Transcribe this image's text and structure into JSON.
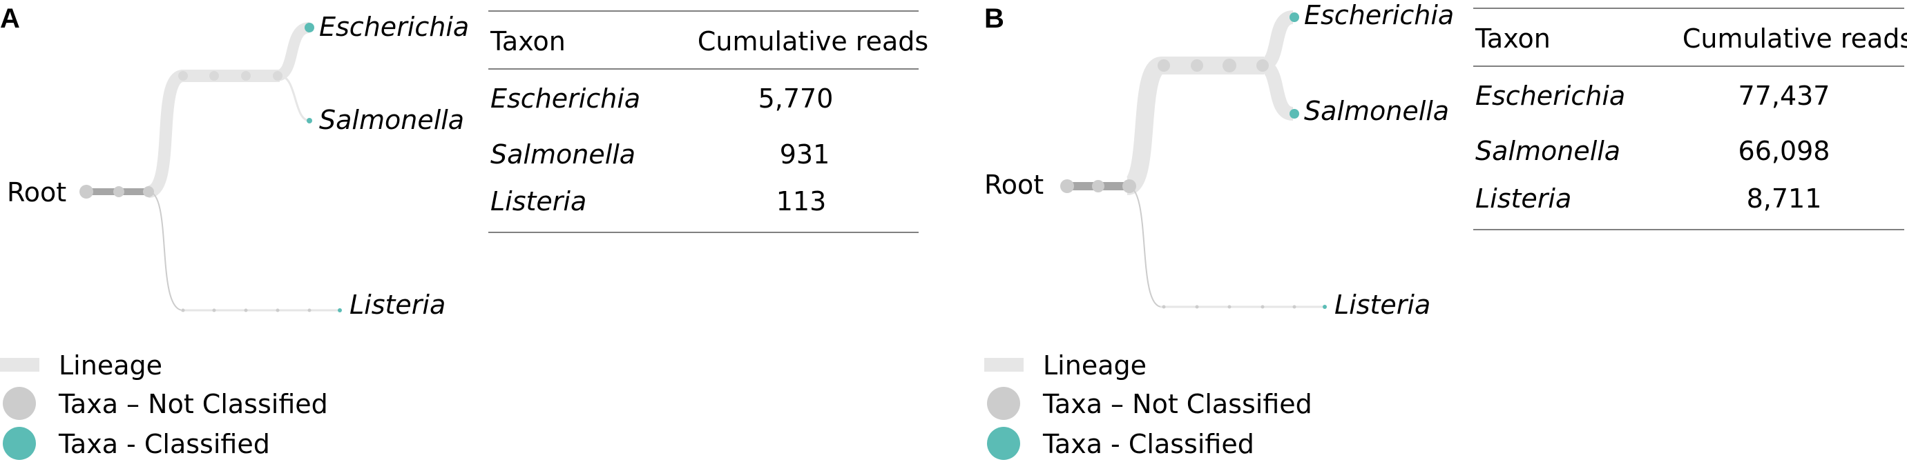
{
  "colors": {
    "lineage": "#e6e6e6",
    "lineage_dark": "#a6a6a6",
    "not_classified": "#cccccc",
    "classified": "#5bbcb5",
    "rule": "#808080"
  },
  "panels": [
    {
      "letter": "A",
      "tree": {
        "root": "Root",
        "leaves": [
          "Escherichia",
          "Salmonella",
          "Listeria"
        ]
      },
      "table": {
        "headers": [
          "Taxon",
          "Cumulative reads"
        ],
        "rows": [
          {
            "taxon": "Escherichia",
            "reads": "5,770"
          },
          {
            "taxon": "Salmonella",
            "reads": "931"
          },
          {
            "taxon": "Listeria",
            "reads": "113"
          }
        ]
      }
    },
    {
      "letter": "B",
      "tree": {
        "root": "Root",
        "leaves": [
          "Escherichia",
          "Salmonella",
          "Listeria"
        ]
      },
      "table": {
        "headers": [
          "Taxon",
          "Cumulative reads"
        ],
        "rows": [
          {
            "taxon": "Escherichia",
            "reads": "77,437"
          },
          {
            "taxon": "Salmonella",
            "reads": "66,098"
          },
          {
            "taxon": "Listeria",
            "reads": "8,711"
          }
        ]
      }
    }
  ],
  "legend": {
    "lineage": "Lineage",
    "not_classified": "Taxa – Not Classified",
    "classified": "Taxa - Classified"
  }
}
